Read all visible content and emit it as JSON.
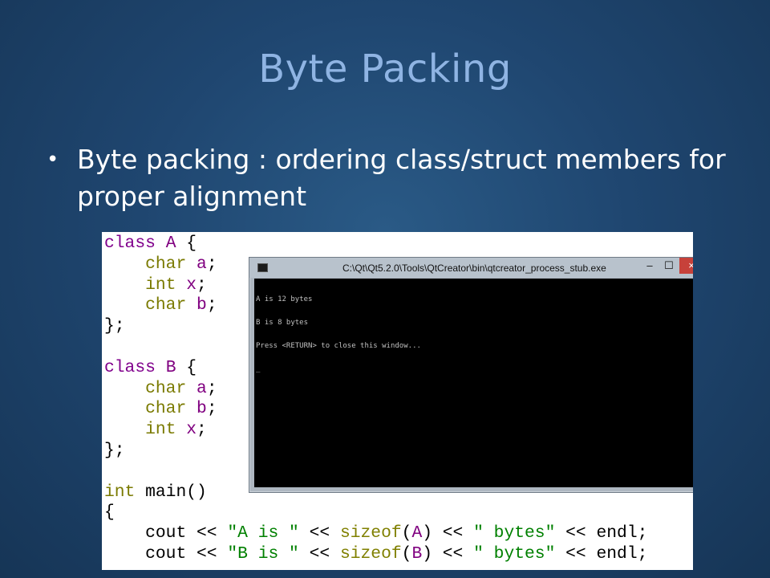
{
  "slide": {
    "title": "Byte Packing",
    "bullet": "Byte packing : ordering class/struct members for proper alignment",
    "bullet_glyph": "•"
  },
  "code_lines": [
    [
      {
        "t": "class ",
        "c": "kw-blue"
      },
      {
        "t": "A",
        "c": "name-purple"
      },
      {
        "t": " {",
        "c": ""
      }
    ],
    [
      {
        "t": "    ",
        "c": ""
      },
      {
        "t": "char",
        "c": "kw-type"
      },
      {
        "t": " ",
        "c": ""
      },
      {
        "t": "a",
        "c": "name-purple"
      },
      {
        "t": ";",
        "c": ""
      }
    ],
    [
      {
        "t": "    ",
        "c": ""
      },
      {
        "t": "int",
        "c": "kw-type"
      },
      {
        "t": " ",
        "c": ""
      },
      {
        "t": "x",
        "c": "name-purple"
      },
      {
        "t": ";",
        "c": ""
      }
    ],
    [
      {
        "t": "    ",
        "c": ""
      },
      {
        "t": "char",
        "c": "kw-type"
      },
      {
        "t": " ",
        "c": ""
      },
      {
        "t": "b",
        "c": "name-purple"
      },
      {
        "t": ";",
        "c": ""
      }
    ],
    [
      {
        "t": "};",
        "c": ""
      }
    ],
    [
      {
        "t": "",
        "c": ""
      }
    ],
    [
      {
        "t": "class ",
        "c": "kw-blue"
      },
      {
        "t": "B",
        "c": "name-purple"
      },
      {
        "t": " {",
        "c": ""
      }
    ],
    [
      {
        "t": "    ",
        "c": ""
      },
      {
        "t": "char",
        "c": "kw-type"
      },
      {
        "t": " ",
        "c": ""
      },
      {
        "t": "a",
        "c": "name-purple"
      },
      {
        "t": ";",
        "c": ""
      }
    ],
    [
      {
        "t": "    ",
        "c": ""
      },
      {
        "t": "char",
        "c": "kw-type"
      },
      {
        "t": " ",
        "c": ""
      },
      {
        "t": "b",
        "c": "name-purple"
      },
      {
        "t": ";",
        "c": ""
      }
    ],
    [
      {
        "t": "    ",
        "c": ""
      },
      {
        "t": "int",
        "c": "kw-type"
      },
      {
        "t": " ",
        "c": ""
      },
      {
        "t": "x",
        "c": "name-purple"
      },
      {
        "t": ";",
        "c": ""
      }
    ],
    [
      {
        "t": "};",
        "c": ""
      }
    ],
    [
      {
        "t": "",
        "c": ""
      }
    ],
    [
      {
        "t": "int",
        "c": "kw-type"
      },
      {
        "t": " main()",
        "c": ""
      }
    ],
    [
      {
        "t": "{",
        "c": ""
      }
    ],
    [
      {
        "t": "    cout << ",
        "c": ""
      },
      {
        "t": "\"A is \"",
        "c": "str-green"
      },
      {
        "t": " << ",
        "c": ""
      },
      {
        "t": "sizeof",
        "c": "fn-yellow"
      },
      {
        "t": "(",
        "c": ""
      },
      {
        "t": "A",
        "c": "name-purple"
      },
      {
        "t": ") << ",
        "c": ""
      },
      {
        "t": "\" bytes\"",
        "c": "str-green"
      },
      {
        "t": " << endl;",
        "c": ""
      }
    ],
    [
      {
        "t": "    cout << ",
        "c": ""
      },
      {
        "t": "\"B is \"",
        "c": "str-green"
      },
      {
        "t": " << ",
        "c": ""
      },
      {
        "t": "sizeof",
        "c": "fn-yellow"
      },
      {
        "t": "(",
        "c": ""
      },
      {
        "t": "B",
        "c": "name-purple"
      },
      {
        "t": ") << ",
        "c": ""
      },
      {
        "t": "\" bytes\"",
        "c": "str-green"
      },
      {
        "t": " << endl;",
        "c": ""
      }
    ]
  ],
  "console": {
    "title": "C:\\Qt\\Qt5.2.0\\Tools\\QtCreator\\bin\\qtcreator_process_stub.exe",
    "minimize_glyph": "–",
    "maximize_glyph": "☐",
    "close_glyph": "×",
    "output_lines": [
      "A is 12 bytes",
      "B is 8 bytes",
      "Press <RETURN> to close this window..."
    ],
    "cursor": "_"
  },
  "colors": {
    "title": "#8fb4e3",
    "bullet_text": "#ffffff",
    "string": "#008000",
    "identifier": "#800080",
    "close_button": "#c7413a"
  }
}
